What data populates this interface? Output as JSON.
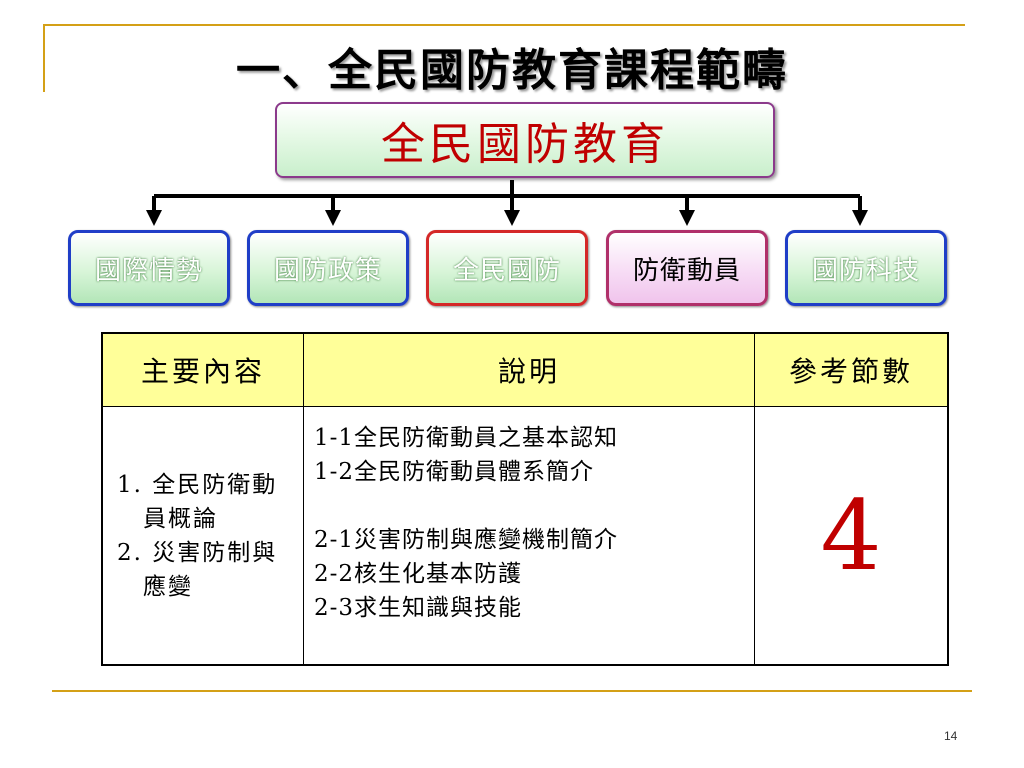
{
  "slide": {
    "title": "一、全民國防教育課程範疇",
    "page_number": "14"
  },
  "tree": {
    "root": "全民國防教育",
    "children": [
      "國際情勢",
      "國防政策",
      "全民國防",
      "防衛動員",
      "國防科技"
    ],
    "colors": {
      "blue_border": "#1f3ec7",
      "red_border": "#d42828",
      "pink_border": "#b0306a",
      "root_text": "#c00000"
    }
  },
  "table": {
    "headers": [
      "主要內容",
      "說明",
      "參考節數"
    ],
    "main_items": [
      "1. 全民防衛動員概論",
      "2. 災害防制與應變"
    ],
    "descriptions": [
      "1-1全民防衛動員之基本認知",
      "1-2全民防衛動員體系簡介",
      "2-1災害防制與應變機制簡介",
      "2-2核生化基本防護",
      "2-3求生知識與技能"
    ],
    "sessions": "4",
    "header_bg": "#ffff99"
  }
}
